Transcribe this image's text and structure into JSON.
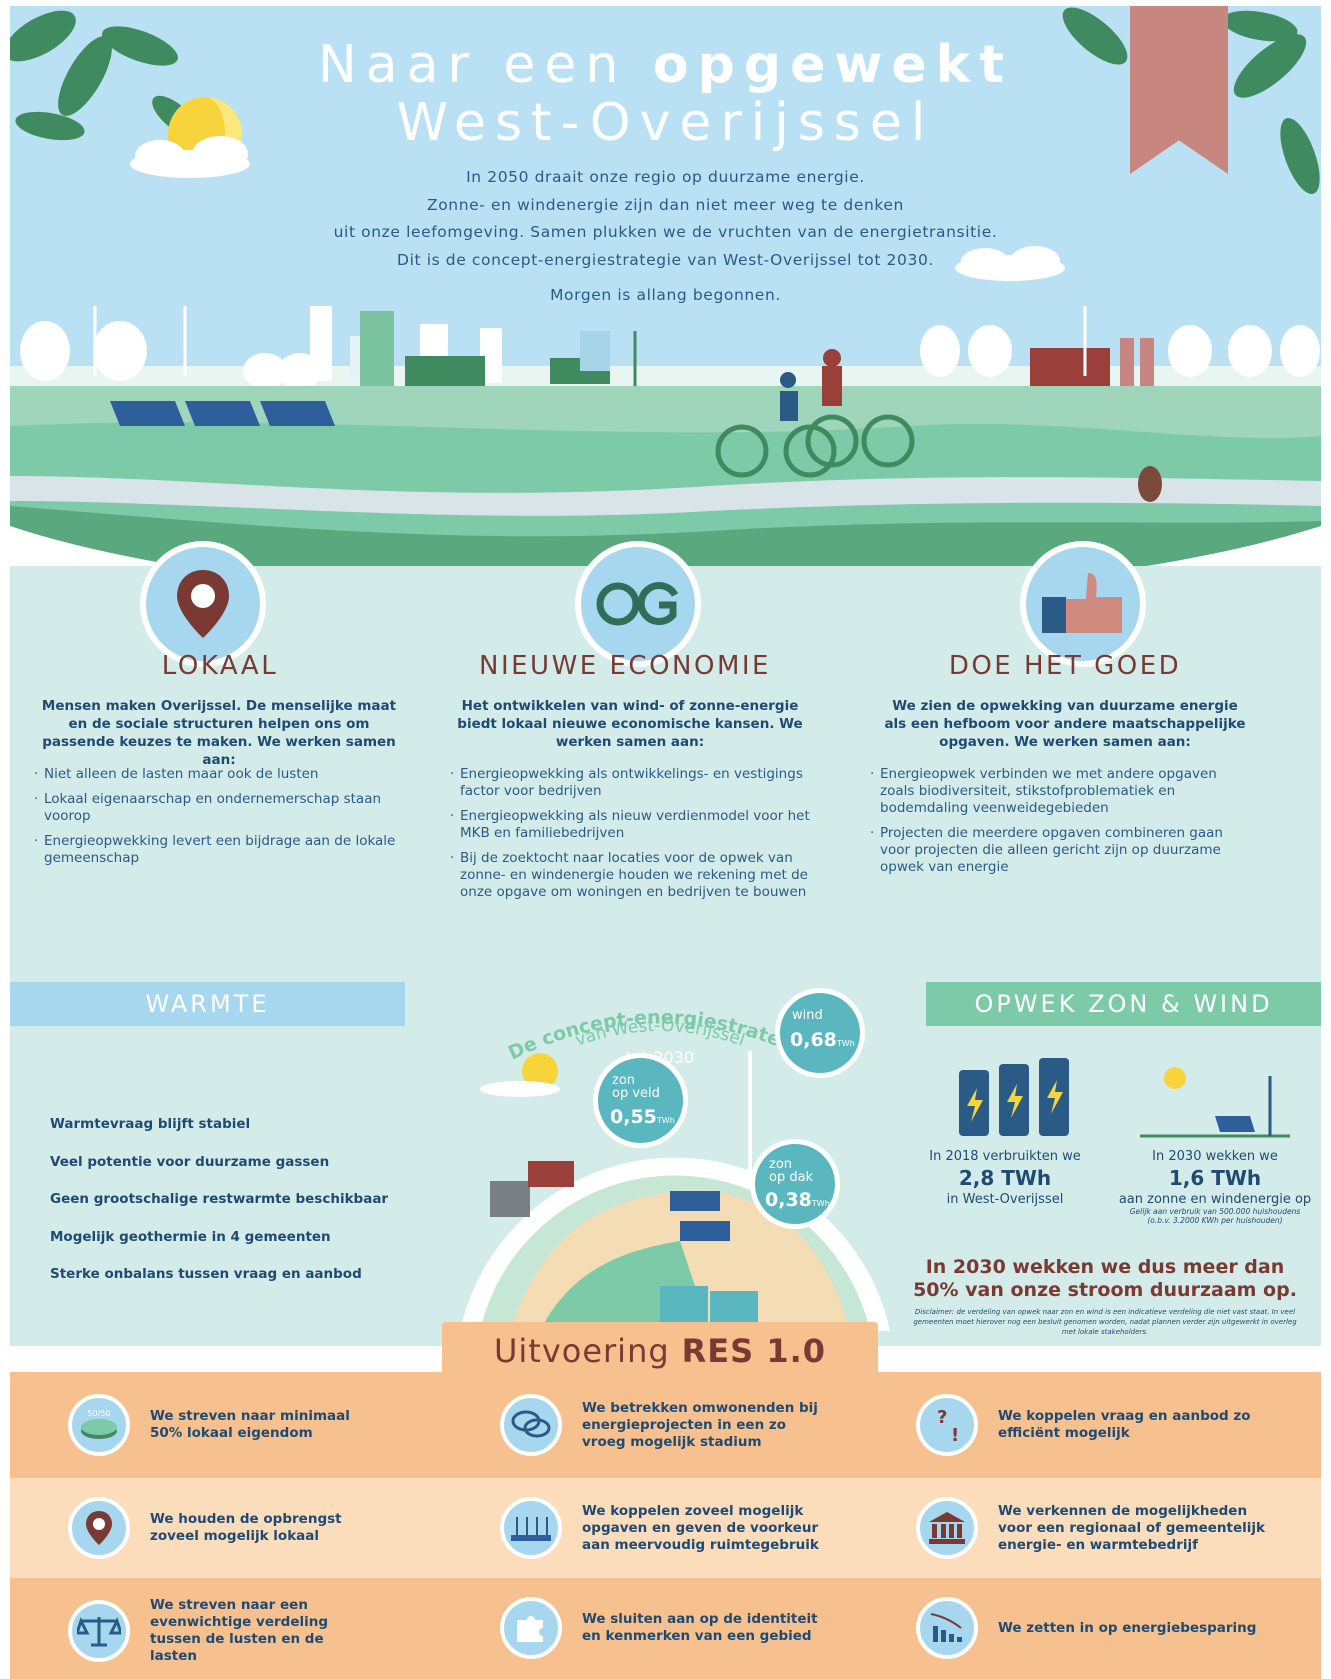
{
  "header": {
    "title_pre": "Naar een ",
    "title_bold": "opgewekt",
    "title_line2": "West-Overijssel",
    "intro_lines": [
      "In 2050 draait onze regio op duurzame energie.",
      "Zonne- en windenergie zijn dan niet meer weg te denken",
      "uit onze leefomgeving. Samen plukken we de vruchten van de energietransitie.",
      "Dit is de concept-energiestrategie van West-Overijssel tot 2030."
    ],
    "motto": "Morgen is allang begonnen."
  },
  "pillars": [
    {
      "icon": "location-pin-icon",
      "title": "LOKAAL",
      "intro": "Mensen maken Overijssel. De menselijke maat en de sociale structuren helpen ons om passende keuzes te maken. We werken samen aan:",
      "bullets": [
        "Niet alleen de lasten maar ook de lusten",
        "Lokaal eigenaarschap en ondernemerschap staan voorop",
        "Energieopwekking levert een bijdrage aan de lokale gemeenschap"
      ]
    },
    {
      "icon": "og-logo-icon",
      "title": "NIEUWE ECONOMIE",
      "intro": "Het ontwikkelen van wind- of zonne-energie biedt lokaal nieuwe economische kansen. We werken samen aan:",
      "bullets": [
        "Energieopwekking als ontwikkelings- en vestigings factor voor bedrijven",
        "Energieopwekking als nieuw verdienmodel voor het MKB en familiebedrijven",
        "Bij de zoektocht naar locaties voor de opwek van zonne- en windenergie houden we rekening met de onze opgave om woningen en bedrijven te bouwen"
      ]
    },
    {
      "icon": "thumbs-up-icon",
      "title": "DOE HET GOED",
      "intro": "We zien de opwekking van duurzame energie als een hefboom voor andere maatschappelijke opgaven. We werken samen aan:",
      "bullets": [
        "Energieopwek verbinden we met andere opgaven zoals biodiversiteit, stikstofproblematiek en bodemdaling veenweidegebieden",
        "Projecten die meerdere opgaven combineren gaan voor projecten die alleen gericht zijn op duurzame opwek van energie"
      ]
    }
  ],
  "warmte": {
    "title": "WARMTE",
    "items": [
      "Warmtevraag blijft stabiel",
      "Veel potentie voor duurzame gassen",
      "Geen grootschalige restwarmte beschikbaar",
      "Mogelijk geothermie in 4 gemeenten",
      "Sterke onbalans tussen vraag en aanbod"
    ]
  },
  "strategy": {
    "arc_line1": "De concept-energiestrategie",
    "arc_line2": "van West-Overijssel",
    "arc_line3": "tot 2030",
    "bubbles": [
      {
        "label": "wind",
        "value": "0,68",
        "unit": "TWh"
      },
      {
        "label1": "zon",
        "label2": "op veld",
        "value": "0,55",
        "unit": "TWh"
      },
      {
        "label1": "zon",
        "label2": "op dak",
        "value": "0,38",
        "unit": "TWh"
      }
    ]
  },
  "opwek": {
    "title": "OPWEK ZON & WIND",
    "stat1": {
      "pre": "In 2018 verbruikten we",
      "value": "2,8 TWh",
      "post": "in West-Overijssel"
    },
    "stat2": {
      "pre": "In 2030 wekken we",
      "value": "1,6 TWh",
      "post": "aan zonne en windenergie op",
      "note1": "Gelijk aan verbruik van 500.000 huishoudens",
      "note2": "(o.b.v. 3.2000 KWh per huishouden)"
    },
    "conclusion": "In 2030 wekken we dus meer dan 50% van onze stroom duurzaam op.",
    "disclaimer": "Disclaimer: de verdeling van opwek naar zon en wind is een indicatieve verdeling die niet vast staat. In veel gemeenten moet hierover nog een besluit genomen worden, nadat plannen verder zijn uitgewerkt in overleg met lokale stakeholders."
  },
  "res": {
    "title_pre": "Uitvoering",
    "title_bold": "RES 1.0",
    "items": [
      {
        "icon": "pie-50-50-icon",
        "icon_text": "50/50",
        "text": "We streven naar minimaal 50% lokaal eigendom"
      },
      {
        "icon": "chat-bubbles-icon",
        "text": "We betrekken omwonenden bij energieprojecten in een zo vroeg mogelijk stadium"
      },
      {
        "icon": "question-exclamation-icon",
        "text": "We koppelen vraag en aanbod zo efficiënt mogelijk"
      },
      {
        "icon": "location-pin-icon",
        "text": "We houden de opbrengst zoveel mogelijk lokaal"
      },
      {
        "icon": "wind-solar-field-icon",
        "text": "We koppelen zoveel mogelijk opgaven en geven de voorkeur aan meervoudig ruimtegebruik"
      },
      {
        "icon": "institution-icon",
        "text": "We verkennen de mogelijkheden voor een regionaal of gemeentelijk energie- en warmtebedrijf"
      },
      {
        "icon": "balance-scale-icon",
        "text": "We streven naar een evenwichtige verdeling tussen de lusten en de lasten"
      },
      {
        "icon": "puzzle-piece-icon",
        "text": "We sluiten aan op de identiteit en kenmerken van een gebied"
      },
      {
        "icon": "decreasing-chart-icon",
        "text": "We zetten in op energiebesparing"
      }
    ]
  },
  "colors": {
    "sky": "#b9e1f3",
    "mint": "#d3ece9",
    "brown": "#7a3a33",
    "navy": "#1f4a72",
    "teal": "#5bb7bf",
    "warm_band": "#a6d7ee",
    "green_band": "#7ccaa8",
    "orange1": "#f6c08f",
    "orange2": "#fbdcbb",
    "ribbon": "#c7867f"
  }
}
